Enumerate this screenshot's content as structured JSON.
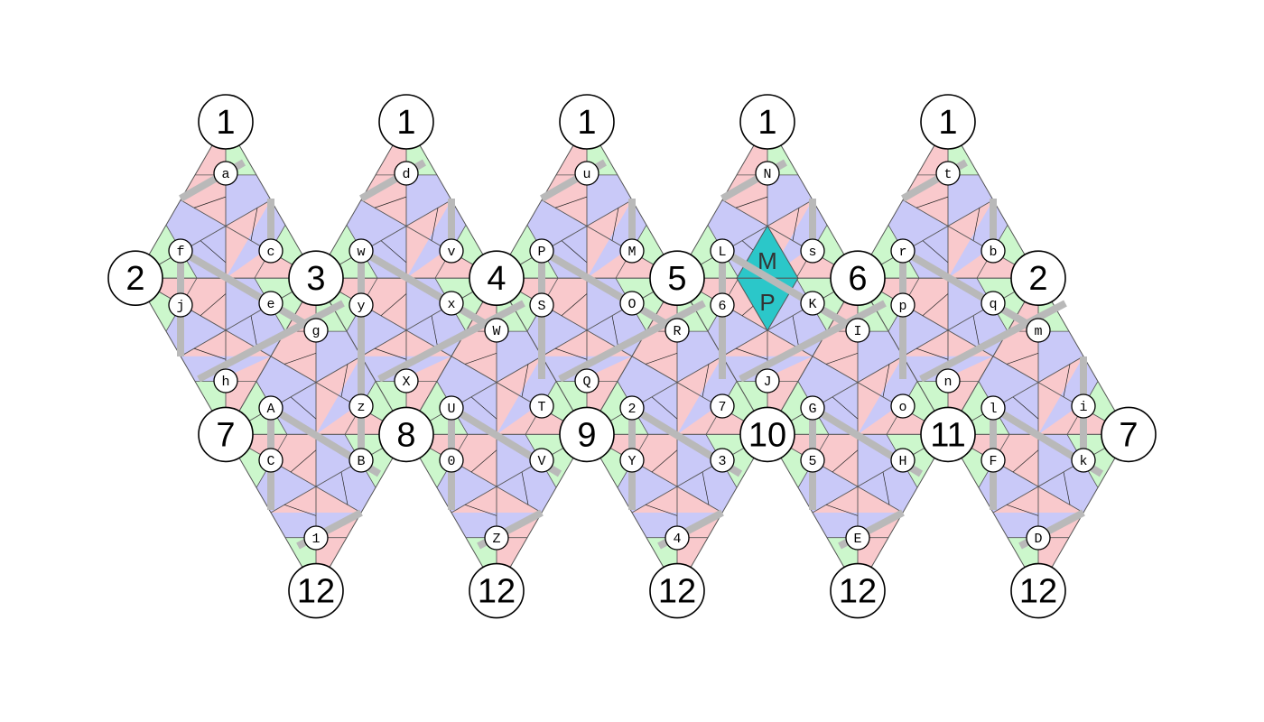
{
  "colors": {
    "background": "#ffffff",
    "pink": "#f9c9cc",
    "blue": "#c9c9f8",
    "green": "#ccf7cc",
    "edge_line": "#555555",
    "hatch_line": "#222222",
    "gray_link": "#b9b9b9",
    "highlight": "#2bc7c9",
    "vertex_fill": "#ffffff",
    "vertex_stroke": "#000000"
  },
  "vertex_labels": {
    "top": [
      "1",
      "1",
      "1",
      "1",
      "1"
    ],
    "mid": [
      "2",
      "3",
      "4",
      "5",
      "6",
      "2"
    ],
    "low": [
      "7",
      "8",
      "9",
      "10",
      "11",
      "7"
    ],
    "bottom": [
      "12",
      "12",
      "12",
      "12",
      "12"
    ]
  },
  "highlight_labels": [
    "M",
    "P"
  ],
  "small_labels": [
    "a",
    "d",
    "u",
    "N",
    "t",
    "f",
    "c",
    "w",
    "v",
    "P",
    "M",
    "L",
    "s",
    "r",
    "b",
    "j",
    "e",
    "y",
    "x",
    "S",
    "O",
    "6",
    "K",
    "p",
    "q",
    "g",
    "W",
    "R",
    "I",
    "m",
    "h",
    "X",
    "Q",
    "J",
    "n",
    "A",
    "z",
    "U",
    "T",
    "2",
    "7",
    "G",
    "o",
    "l",
    "i",
    "C",
    "B",
    "0",
    "V",
    "Y",
    "3",
    "5",
    "H",
    "F",
    "k",
    "1",
    "Z",
    "4",
    "E",
    "D"
  ]
}
